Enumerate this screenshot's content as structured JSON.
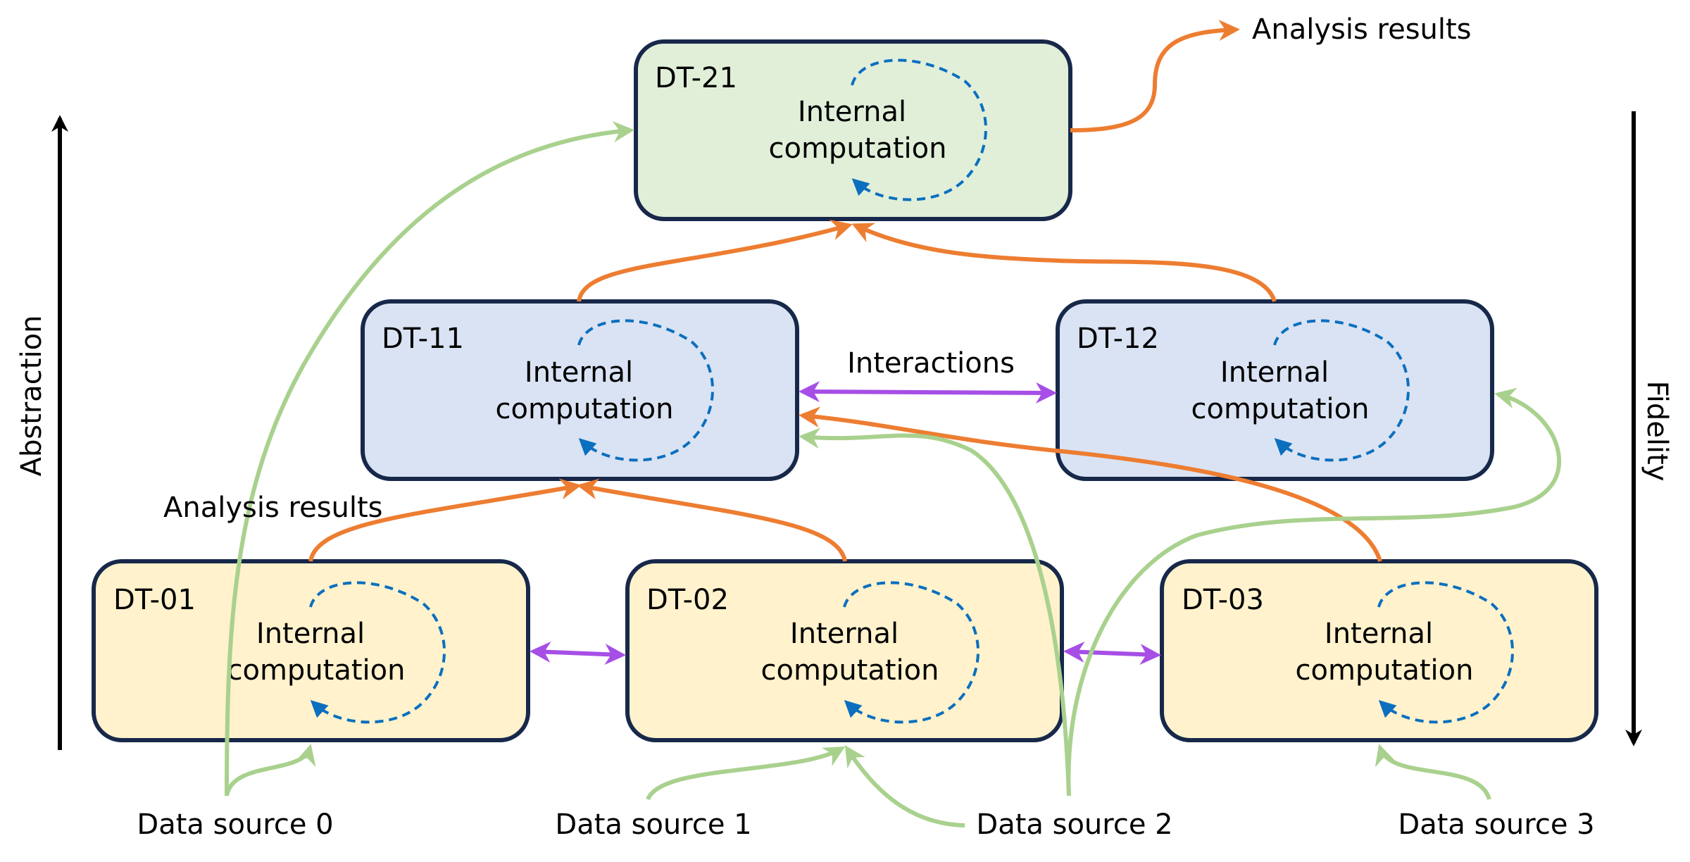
{
  "colors": {
    "top": "#e1efd9",
    "mid": "#dae3f3",
    "bottom": "#fff2cc",
    "border": "#17284a",
    "analysis": "#ed7d31",
    "interaction": "#a64ee6",
    "datasource": "#a9d18e",
    "internal_loop": "#0b6fbf"
  },
  "axes": {
    "abstraction": "Abstraction",
    "fidelity": "Fidelity"
  },
  "twins": {
    "dt21": {
      "id": "DT-21",
      "line1": "Internal",
      "line2": "computation"
    },
    "dt11": {
      "id": "DT-11",
      "line1": "Internal",
      "line2": "computation"
    },
    "dt12": {
      "id": "DT-12",
      "line1": "Internal",
      "line2": "computation"
    },
    "dt01": {
      "id": "DT-01",
      "line1": "Internal",
      "line2": "computation"
    },
    "dt02": {
      "id": "DT-02",
      "line1": "Internal",
      "line2": "computation"
    },
    "dt03": {
      "id": "DT-03",
      "line1": "Internal",
      "line2": "computation"
    }
  },
  "labels": {
    "analysis_results_top": "Analysis results",
    "analysis_results_low": "Analysis results",
    "interactions": "Interactions"
  },
  "data_sources": {
    "ds0": "Data source 0",
    "ds1": "Data source 1",
    "ds2": "Data source 2",
    "ds3": "Data source 3"
  }
}
